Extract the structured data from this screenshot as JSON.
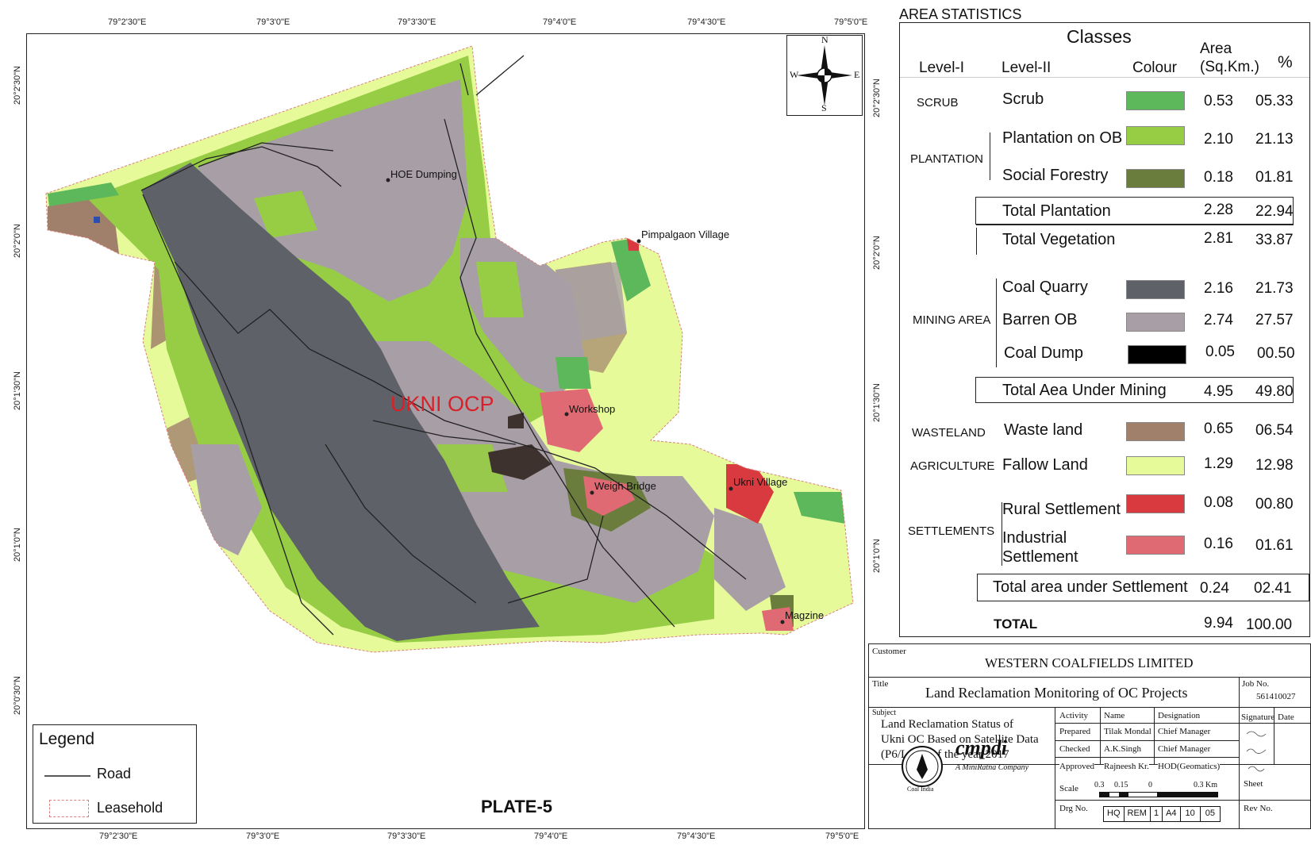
{
  "map": {
    "title": "UKNI OCP",
    "plate": "PLATE-5",
    "top_ticks": [
      "79°2'30\"E",
      "79°3'0\"E",
      "79°3'30\"E",
      "79°4'0\"E",
      "79°4'30\"E",
      "79°5'0\"E"
    ],
    "bottom_ticks": [
      "79°2'30\"E",
      "79°3'0\"E",
      "79°3'30\"E",
      "79°4'0\"E",
      "79°4'30\"E",
      "79°5'0\"E"
    ],
    "left_ticks": [
      "20°2'30\"N",
      "20°2'0\"N",
      "20°1'30\"N",
      "20°1'0\"N",
      "20°0'30\"N"
    ],
    "right_ticks": [
      "20°2'30\"N",
      "20°2'0\"N",
      "20°1'30\"N",
      "20°1'0\"N"
    ],
    "places": [
      "HOE Dumping",
      "Pimpalgaon Village",
      "Workshop",
      "Weigh Bridge",
      "Ukni Village",
      "Magzine"
    ],
    "north_arrow": {
      "n": "N",
      "s": "S",
      "e": "E",
      "w": "W",
      "icon": "compass-rose-icon"
    }
  },
  "legend": {
    "title": "Legend",
    "items": [
      {
        "label": "Road",
        "icon": "road-line-icon"
      },
      {
        "label": "Leasehold",
        "icon": "leasehold-box-icon"
      }
    ]
  },
  "stats": {
    "title": "AREA STATISTICS",
    "headers": {
      "classes": "Classes",
      "level1": "Level-I",
      "level2": "Level-II",
      "colour": "Colour",
      "area_line1": "Area",
      "area_line2": "(Sq.Km.)",
      "percent": "%"
    },
    "groups": {
      "scrub": "SCRUB",
      "plantation": "PLANTATION",
      "mining": "MINING AREA",
      "wasteland": "WASTELAND",
      "agriculture": "AGRICULTURE",
      "settlements": "SETTLEMENTS"
    },
    "rows": [
      {
        "label": "Scrub",
        "area": "0.53",
        "pct": "05.33",
        "color": "#5cb85a"
      },
      {
        "label": "Plantation on OB",
        "area": "2.10",
        "pct": "21.13",
        "color": "#96cd44"
      },
      {
        "label": "Social Forestry",
        "area": "0.18",
        "pct": "01.81",
        "color": "#6a7d3c"
      },
      {
        "label": "Coal Quarry",
        "area": "2.16",
        "pct": "21.73",
        "color": "#5e6268"
      },
      {
        "label": "Barren OB",
        "area": "2.74",
        "pct": "27.57",
        "color": "#a89fa6"
      },
      {
        "label": "Coal Dump",
        "area": "0.05",
        "pct": "00.50",
        "color": "#000000"
      },
      {
        "label": "Waste land",
        "area": "0.65",
        "pct": "06.54",
        "color": "#a0806b"
      },
      {
        "label": "Fallow Land",
        "area": "1.29",
        "pct": "12.98",
        "color": "#e6fa9a"
      },
      {
        "label": "Rural Settlement",
        "area": "0.08",
        "pct": "00.80",
        "color": "#d83a3f"
      },
      {
        "label_line1": "Industrial",
        "label_line2": "Settlement",
        "area": "0.16",
        "pct": "01.61",
        "color": "#e06a73"
      }
    ],
    "totals": {
      "plantation": {
        "label": "Total Plantation",
        "area": "2.28",
        "pct": "22.94"
      },
      "vegetation": {
        "label": "Total Vegetation",
        "area": "2.81",
        "pct": "33.87"
      },
      "mining": {
        "label": "Total Aea Under Mining",
        "area": "4.95",
        "pct": "49.80"
      },
      "settlement": {
        "label": "Total area under Settlement",
        "area": "0.24",
        "pct": "02.41"
      },
      "grand": {
        "label": "TOTAL",
        "area": "9.94",
        "pct": "100.00"
      }
    }
  },
  "titleblock": {
    "customer_label": "Customer",
    "customer": "WESTERN COALFIELDS LIMITED",
    "title_label": "Title",
    "title": "Land Reclamation Monitoring of OC Projects",
    "job_label": "Job No.",
    "job_no": "561410027",
    "subject_label": "Subject",
    "subject_lines": [
      "Land Reclamation Status of",
      "Ukni OC Based on Satellite Data",
      "(P6/L-IV) of the year 2017"
    ],
    "table_headers": [
      "Activity",
      "Name",
      "Designation",
      "Signature",
      "Date"
    ],
    "table_rows": [
      [
        "Prepared",
        "Tilak Mondal",
        "Chief Manager"
      ],
      [
        "Checked",
        "A.K.Singh",
        "Chief Manager"
      ],
      [
        "Approved",
        "Rajneesh Kr.",
        "HOD(Geomatics)"
      ]
    ],
    "scale_label": "Scale",
    "scale_ticks": [
      "0.3",
      "0.15",
      "0",
      "0.3 Km"
    ],
    "sheet_label": "Sheet",
    "drg_label": "Drg No.",
    "drg_cells": [
      "HQ",
      "REM",
      "1",
      "A4",
      "10",
      "05"
    ],
    "rev_label": "Rev No.",
    "logo_text": "cmpdi",
    "logo_tagline": "A MiniRatna Company",
    "coalindia": "Coal India"
  }
}
